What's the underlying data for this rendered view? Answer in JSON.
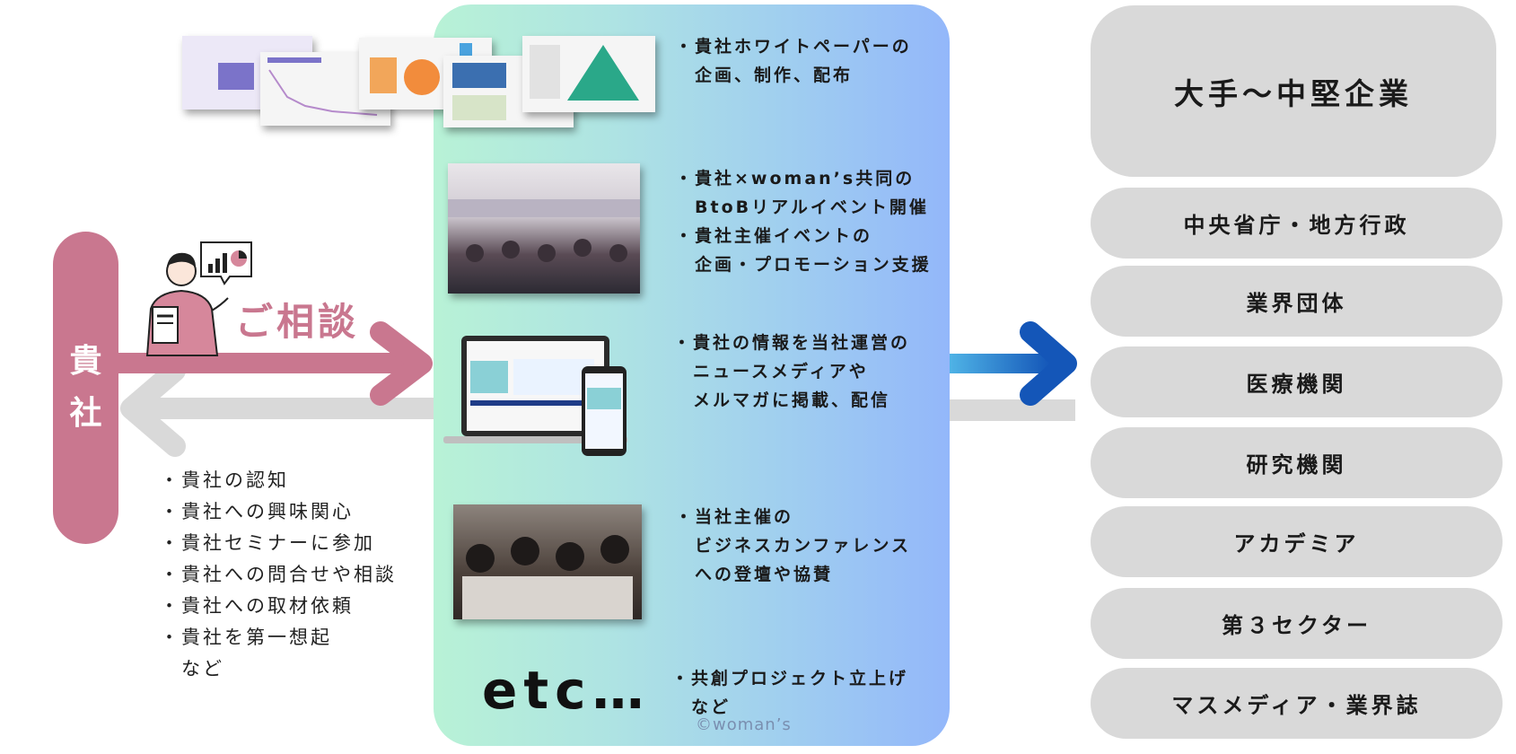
{
  "company": {
    "char1": "貴",
    "char2": "社"
  },
  "consult": {
    "label": "ご相談"
  },
  "benefits": {
    "items": [
      "・貴社の認知",
      "・貴社への興味関心",
      "・貴社セミナーに参加",
      "・貴社への問合せや相談",
      "・貴社への取材依頼",
      "・貴社を第一想起",
      "　など"
    ]
  },
  "services": {
    "whitepaper": {
      "line1": "・貴社ホワイトペーパーの",
      "line2": "　企画、制作、配布"
    },
    "events": {
      "line1": "・貴社×woman’s共同の",
      "line2": "　BtoBリアルイベント開催",
      "line3": "・貴社主催イベントの",
      "line4": "　企画・プロモーション支援"
    },
    "media": {
      "line1": "・貴社の情報を当社運営の",
      "line2": "　ニュースメディアや",
      "line3": "　メルマガに掲載、配信"
    },
    "conference": {
      "line1": "・当社主催の",
      "line2": "　ビジネスカンファレンス",
      "line3": "　への登壇や協賛"
    },
    "cocreate": {
      "line1": "・共創プロジェクト立上げ",
      "line2": "　など"
    },
    "etc": "etc…",
    "copyright": "©woman’s"
  },
  "targets": [
    "大手〜中堅企業",
    "中央省庁・地方行政",
    "業界団体",
    "医療機関",
    "研究機関",
    "アカデミア",
    "第３セクター",
    "マスメディア・業界誌"
  ],
  "colors": {
    "company": "#c9778f",
    "return_arrow": "#d9d9d9",
    "out_arrow": "#1f6fc4",
    "target": "#d9d9d9"
  },
  "icons": {
    "person": "consultant-person-icon",
    "chart_bubble": "chart-speech-bubble-icon"
  }
}
